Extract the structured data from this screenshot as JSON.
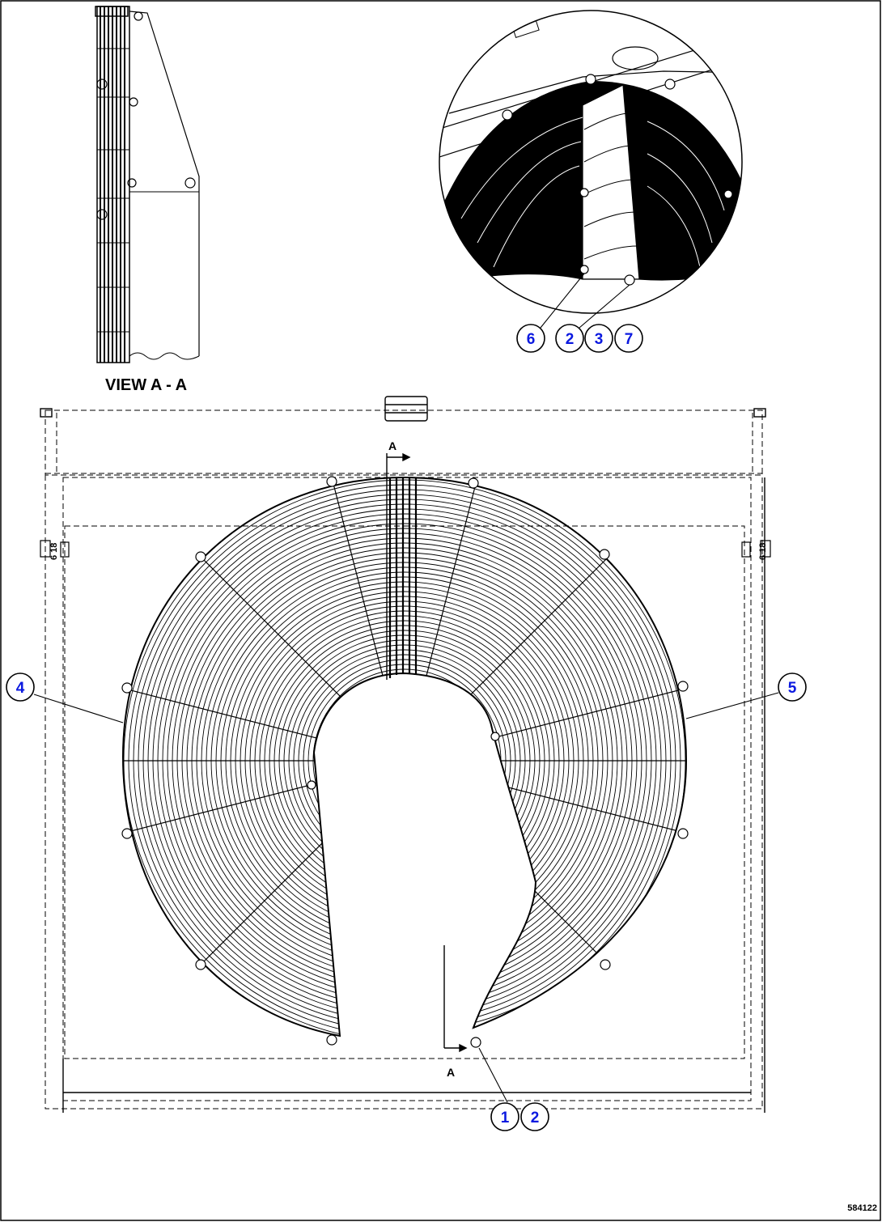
{
  "view_label": "VIEW A - A",
  "section_marker": "A",
  "side_mark": "6 18",
  "drawing_number": "584122",
  "callouts": {
    "c1": "1",
    "c2a": "2",
    "c2b": "2",
    "c3": "3",
    "c4": "4",
    "c5": "5",
    "c6": "6",
    "c7": "7"
  },
  "colors": {
    "callout_text": "#0b19e0",
    "line": "#000000",
    "background": "#ffffff"
  }
}
